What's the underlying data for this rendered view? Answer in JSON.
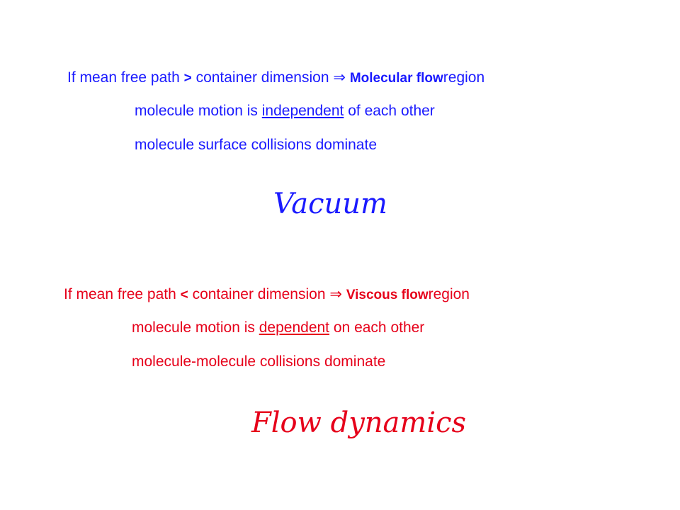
{
  "molecular": {
    "line1": {
      "prefix": "If mean free path",
      "comparator": ">",
      "middle": "container dimension",
      "arrow": "⇒",
      "term": "Molecular flow",
      "suffix": "region"
    },
    "line2": {
      "before": "molecule motion is",
      "emph": "independent",
      "after": "of each other"
    },
    "line3": "molecule surface collisions dominate",
    "heading": "Vacuum"
  },
  "viscous": {
    "line1": {
      "prefix": "If mean free path",
      "comparator": "<",
      "middle": "container dimension",
      "arrow": "⇒",
      "term": "Viscous flow",
      "suffix": "region"
    },
    "line2": {
      "before": "molecule motion is",
      "emph": "dependent",
      "after": "on each other"
    },
    "line3": "molecule-molecule collisions dominate",
    "heading": "Flow dynamics"
  },
  "colors": {
    "molecular_text": "#1a1aff",
    "viscous_text": "#e6001a"
  }
}
